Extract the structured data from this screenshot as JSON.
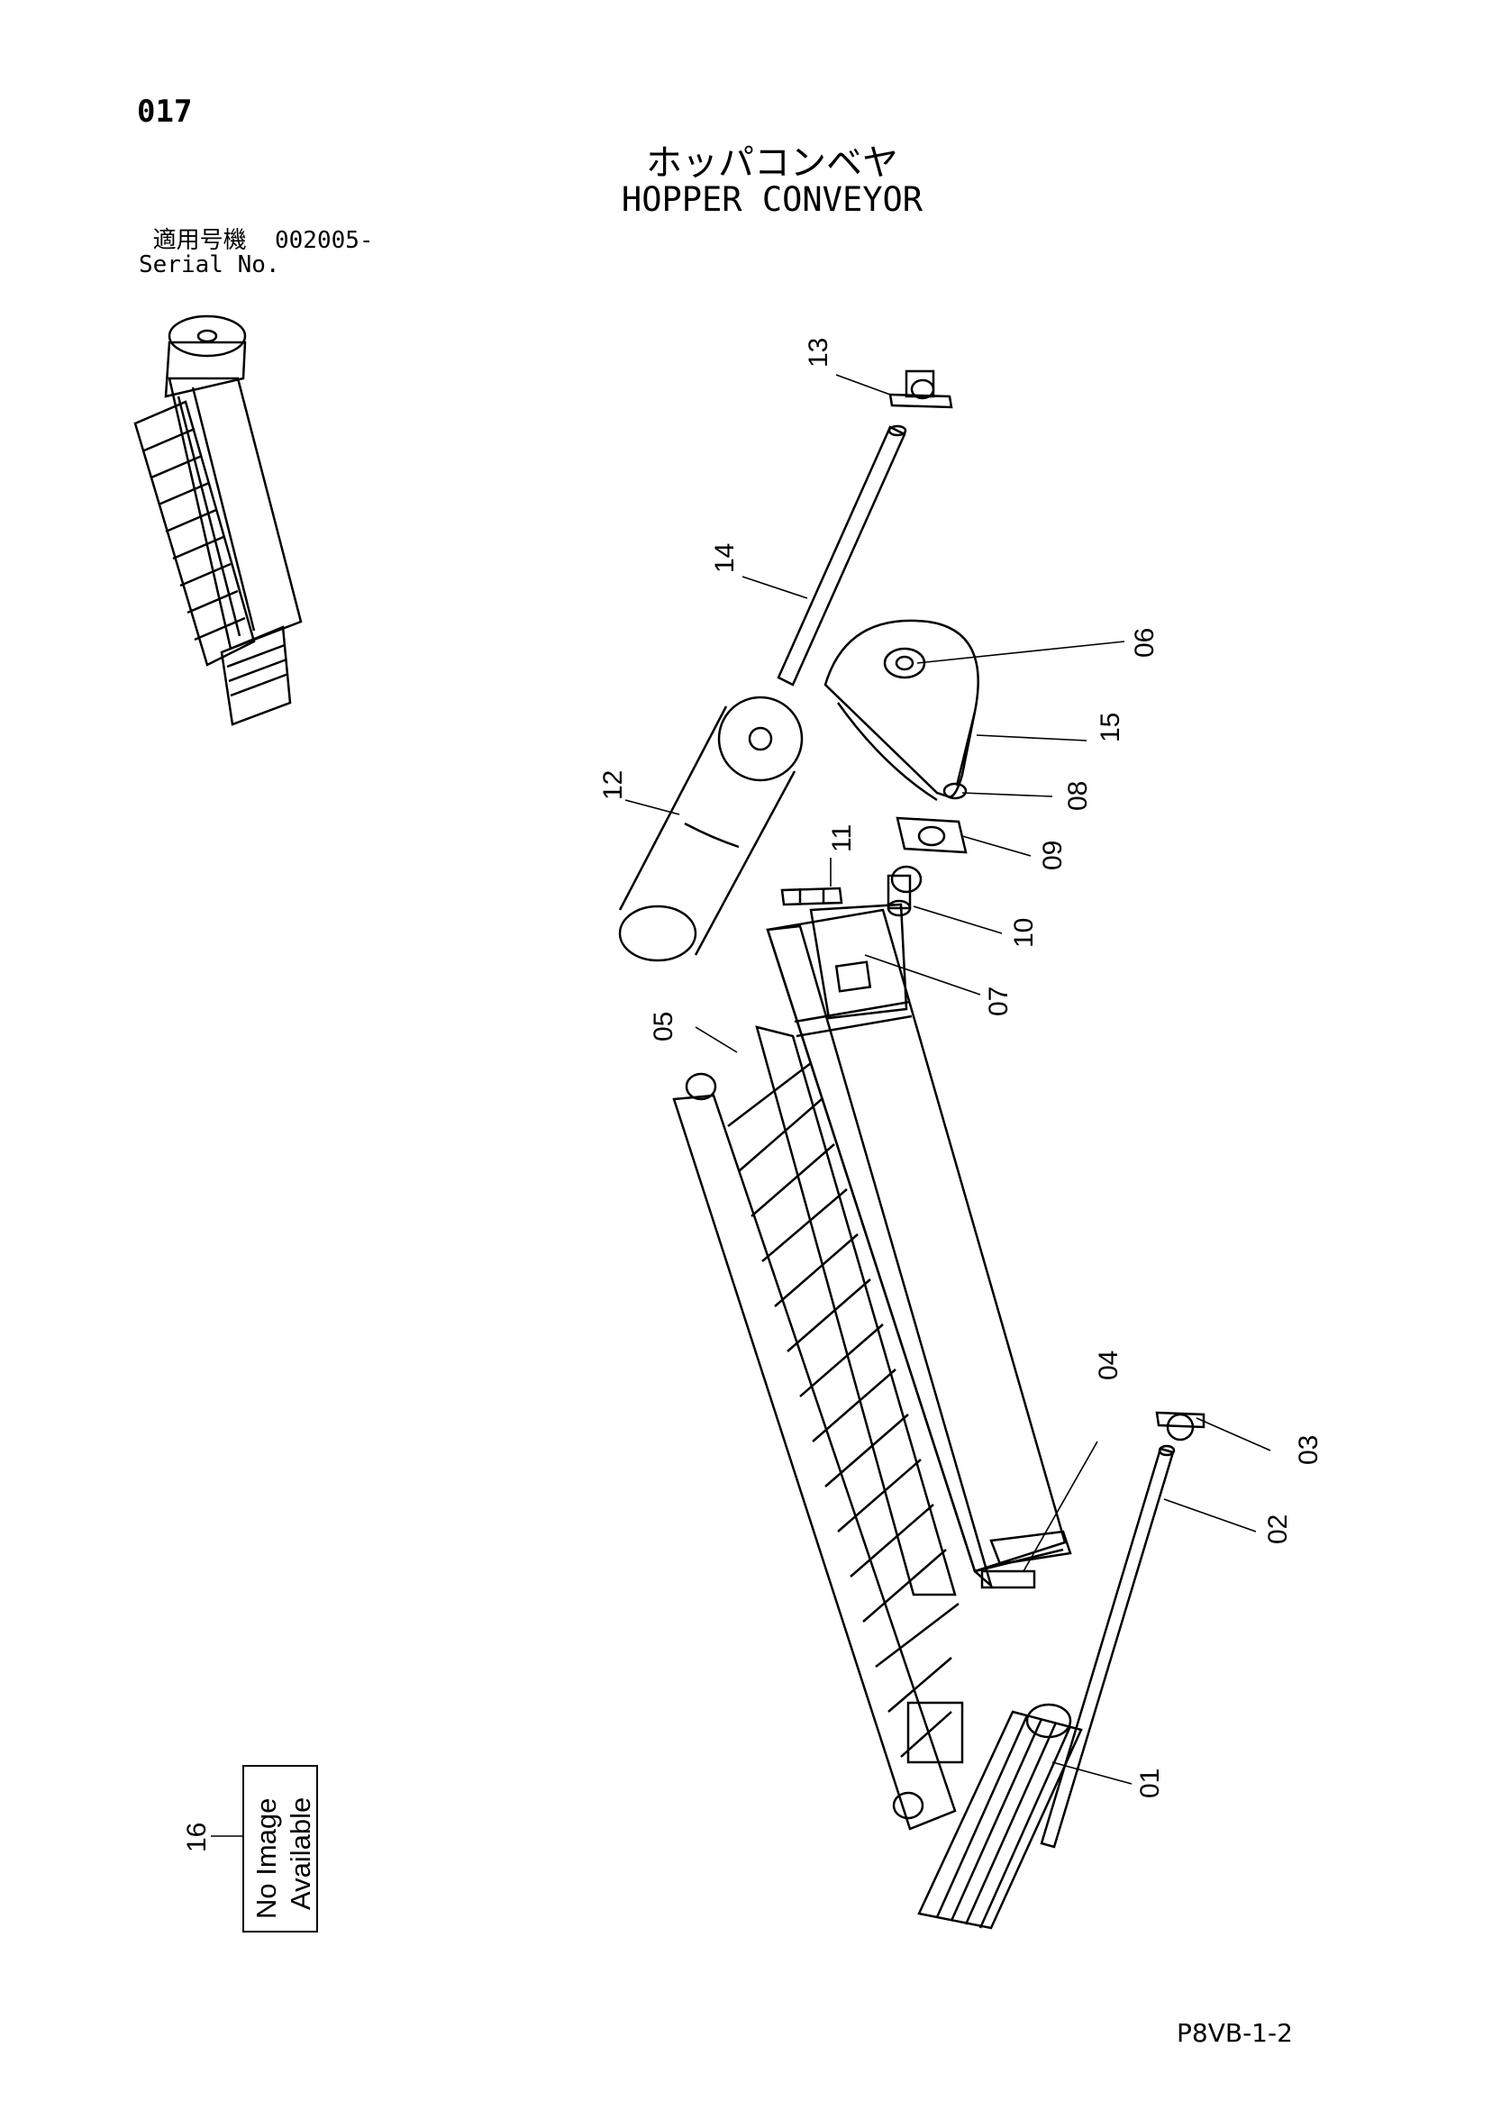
{
  "page_number": "017",
  "title_jp": "ホッパコンベヤ",
  "title_en": "HOPPER CONVEYOR",
  "serial": {
    "label_jp": "適用号機",
    "value": "002005-",
    "label_en": "Serial No."
  },
  "callouts": {
    "c01": "01",
    "c02": "02",
    "c03": "03",
    "c04": "04",
    "c05": "05",
    "c06": "06",
    "c07": "07",
    "c08": "08",
    "c09": "09",
    "c10": "10",
    "c11": "11",
    "c12": "12",
    "c13": "13",
    "c14": "14",
    "c15": "15",
    "c16": "16"
  },
  "no_image": {
    "line1": "No Image",
    "line2": "Available"
  },
  "drawing_id": "P8VB-1-2"
}
